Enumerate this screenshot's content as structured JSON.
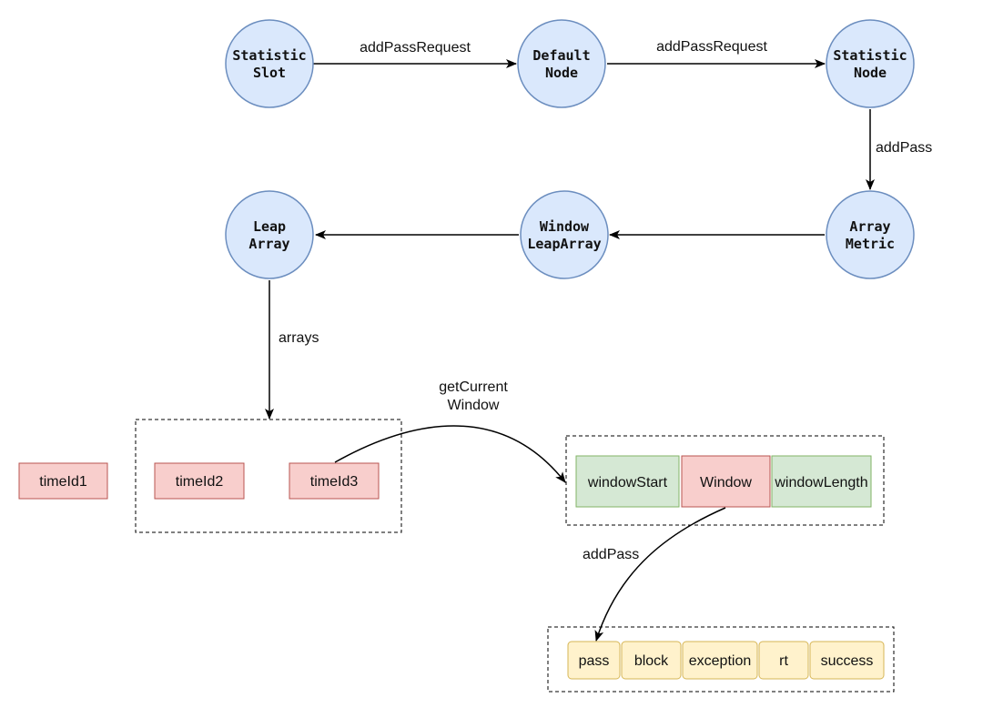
{
  "colors": {
    "node_fill": "#dae8fc",
    "node_stroke": "#6c8ebf",
    "time_fill": "#f8cecc",
    "time_stroke": "#b85450",
    "window_field_fill": "#d5e8d4",
    "window_field_stroke": "#82b366",
    "counter_fill": "#fff2cc",
    "counter_stroke": "#d6b656",
    "line": "#000000"
  },
  "nodes": {
    "statistic_slot": [
      "Statistic",
      "Slot"
    ],
    "default_node": [
      "Default",
      "Node"
    ],
    "statistic_node": [
      "Statistic",
      "Node"
    ],
    "array_metric": [
      "Array",
      "Metric"
    ],
    "window_leap_array": [
      "Window",
      "LeapArray"
    ],
    "leap_array": [
      "Leap",
      "Array"
    ]
  },
  "edges": {
    "slot_to_default": "addPassRequest",
    "default_to_statnode": "addPassRequest",
    "statnode_to_metric": "addPass",
    "arrays": "arrays",
    "get_current_window": [
      "getCurrent",
      "Window"
    ],
    "window_add_pass": "addPass"
  },
  "time_ids": [
    "timeId1",
    "timeId2",
    "timeId3"
  ],
  "window_fields": {
    "start": "windowStart",
    "window": "Window",
    "length": "windowLength"
  },
  "counters": [
    "pass",
    "block",
    "exception",
    "rt",
    "success"
  ]
}
